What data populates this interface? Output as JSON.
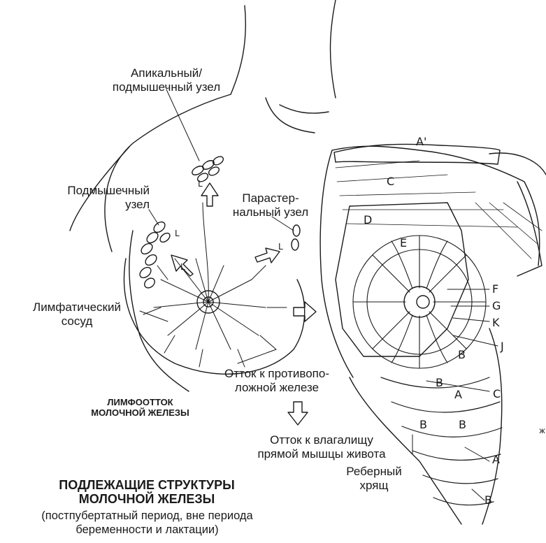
{
  "labels": {
    "apical_node_line1": "Апикальный/",
    "apical_node_line2": "подмышечный узел",
    "axillary_node_line1": "Подмышечный",
    "axillary_node_line2": "узел",
    "parasternal_line1": "Парастер-",
    "parasternal_line2": "нальный узел",
    "lymph_vessel_line1": "Лимфатический",
    "lymph_vessel_line2": "сосуд",
    "contralateral_line1": "Отток к противопо-",
    "contralateral_line2": "ложной железе",
    "lymph_drainage_line1": "ЛИМФООТТОК",
    "lymph_drainage_line2": "МОЛОЧНОЙ ЖЕЛЕЗЫ",
    "rectus_sheath_line1": "Отток к влагалищу",
    "rectus_sheath_line2": "прямой мышцы живота",
    "costal_cartilage_line1": "Реберный",
    "costal_cartilage_line2": "хрящ",
    "underlying_line1": "ПОДЛЕЖАЩИЕ СТРУКТУРЫ",
    "underlying_line2": "МОЛОЧНОЙ ЖЕЛЕЗЫ",
    "period_line1": "(постпубертатный период, вне периода",
    "period_line2": "беременности и лактации)",
    "edge_fragment": "ж"
  },
  "letters": {
    "A_prime": "A'",
    "C_top": "C",
    "D": "D",
    "E": "E",
    "F": "F",
    "G": "G",
    "K": "K",
    "J": "J",
    "B_inner1": "B",
    "B_inner2": "B",
    "C_lower": "C",
    "A_mid": "A",
    "B_rib1": "B",
    "B_rib2": "B",
    "A_right": "A",
    "B_bottom": "B",
    "L_apical": "L",
    "L_axillary": "L",
    "L_parasternal": "L",
    "L_breast": "L"
  },
  "colors": {
    "ink": "#1a1a1a",
    "paper": "#ffffff"
  }
}
